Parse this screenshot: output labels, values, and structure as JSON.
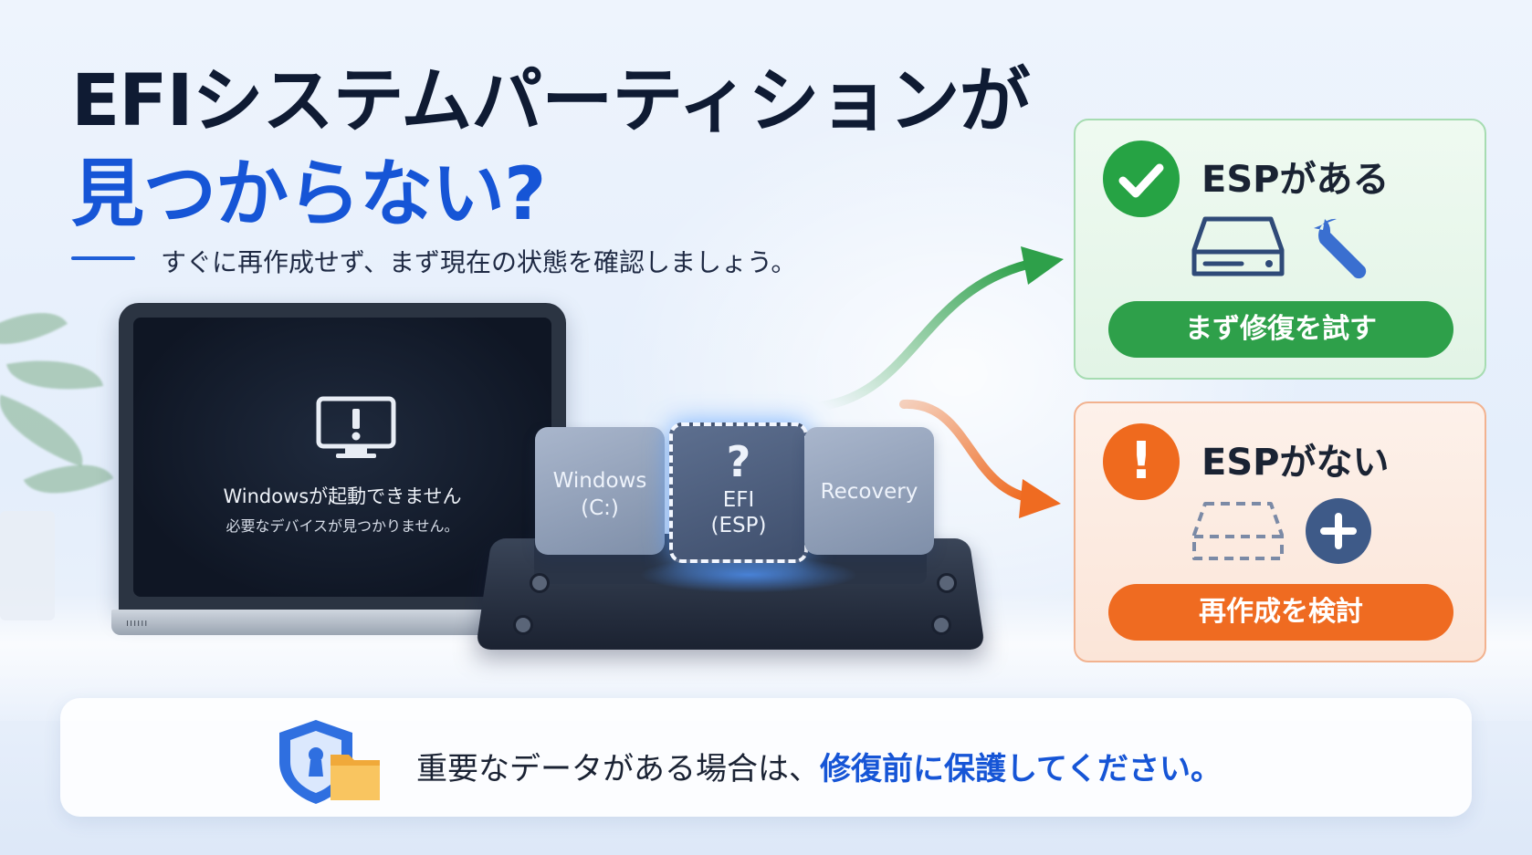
{
  "headline": {
    "line1": "EFIシステムパーティションが",
    "line2": "見つからない?",
    "subtitle": "すぐに再作成せず、まず現在の状態を確認しましょう。"
  },
  "laptop": {
    "error_title": "Windowsが起動できません",
    "error_detail": "必要なデバイスが見つかりません。",
    "vents": "ıııııı"
  },
  "partitions": {
    "windows_label": "Windows",
    "windows_drive": "(C:)",
    "efi_symbol": "?",
    "efi_label": "EFI",
    "efi_paren": "(ESP)",
    "recovery_label": "Recovery"
  },
  "cards": {
    "present": {
      "title": "ESPがある",
      "action": "まず修復を試す",
      "color": "#2ea04a"
    },
    "absent": {
      "title": "ESPがない",
      "badge": "!",
      "action": "再作成を検討",
      "color": "#ef6b21"
    }
  },
  "banner": {
    "text_plain": "重要なデータがある場合は、",
    "text_emphasis": "修復前に保護してください。"
  },
  "colors": {
    "accent_blue": "#1655d6",
    "dark_text": "#0f1b33"
  },
  "icons": [
    "monitor-alert-icon",
    "check-icon",
    "drive-icon",
    "wrench-icon",
    "dashed-drive-icon",
    "plus-icon",
    "shield-icon",
    "folder-icon"
  ]
}
